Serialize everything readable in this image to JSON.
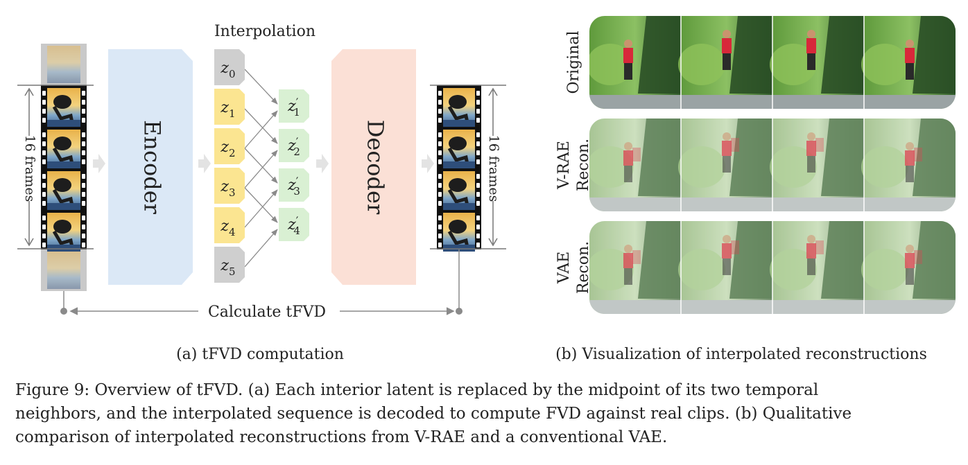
{
  "left_panel": {
    "interpolation_label": "Interpolation",
    "encoder_label": "Encoder",
    "decoder_label": "Decoder",
    "frames_label_left": "16 frames",
    "frames_label_right": "16 frames",
    "tfvd_label": "Calculate tFVD",
    "latents": [
      {
        "base": "z",
        "sub": "0"
      },
      {
        "base": "z",
        "sub": "1"
      },
      {
        "base": "z",
        "sub": "2"
      },
      {
        "base": "z",
        "sub": "3"
      },
      {
        "base": "z",
        "sub": "4"
      },
      {
        "base": "z",
        "sub": "5"
      }
    ],
    "interp_latents": [
      {
        "base": "z",
        "prime": "′",
        "sub": "1"
      },
      {
        "base": "z",
        "prime": "′",
        "sub": "2"
      },
      {
        "base": "z",
        "prime": "′",
        "sub": "3"
      },
      {
        "base": "z",
        "prime": "′",
        "sub": "4"
      }
    ],
    "subcaption": "(a) tFVD computation",
    "colors": {
      "encoder": "#dbe8f6",
      "decoder": "#fbe0d6",
      "latent_gray": "#cfcfcf",
      "latent_yellow": "#fbe591",
      "latent_green": "#d9f0d3",
      "arrow_block": "#e3e3e3"
    }
  },
  "right_panel": {
    "rows": [
      {
        "label_lines": [
          "Original"
        ]
      },
      {
        "label_lines": [
          "V-RAE",
          "Recon."
        ]
      },
      {
        "label_lines": [
          "VAE",
          "Recon."
        ]
      }
    ],
    "subcaption": "(b) Visualization of interpolated reconstructions"
  },
  "caption": {
    "lines": [
      "Figure 9: Overview of tFVD. (a) Each interior latent is replaced by the midpoint of its two temporal",
      "neighbors, and the interpolated sequence is decoded to compute FVD against real clips. (b) Qualitative",
      "comparison of interpolated reconstructions from V-RAE and a conventional VAE."
    ]
  }
}
